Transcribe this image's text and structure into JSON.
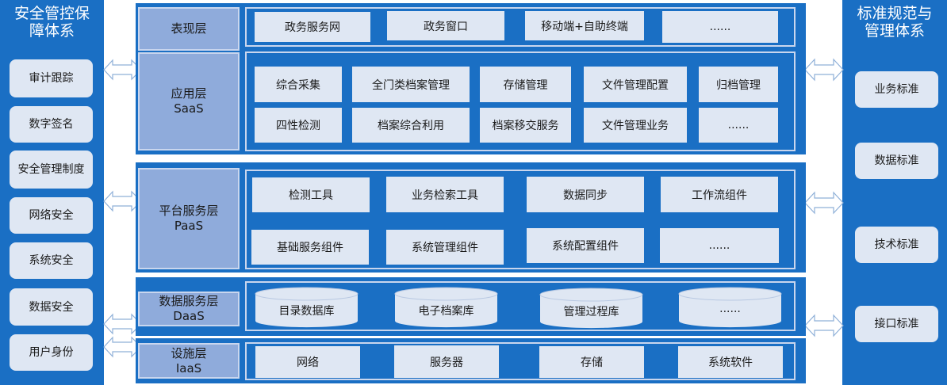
{
  "left": {
    "title_line1": "安全管控保",
    "title_line2": "障体系",
    "items": [
      "审计跟踪",
      "数字签名",
      "安全管理制度",
      "网络安全",
      "系统安全",
      "数据安全",
      "用户身份"
    ]
  },
  "right": {
    "title_line1": "标准规范与",
    "title_line2": "管理体系",
    "items": [
      "业务标准",
      "数据标准",
      "技术标准",
      "接口标准"
    ]
  },
  "layers": {
    "presentation": {
      "label": "表现层",
      "items": [
        "政务服务网",
        "政务窗口",
        "移动端+自助终端",
        "......"
      ]
    },
    "application": {
      "label_line1": "应用层",
      "label_line2": "SaaS",
      "items": [
        "综合采集",
        "全门类档案管理",
        "存储管理",
        "文件管理配置",
        "归档管理",
        "四性检测",
        "档案综合利用",
        "档案移交服务",
        "文件管理业务",
        "......"
      ]
    },
    "platform": {
      "label_line1": "平台服务层",
      "label_line2": "PaaS",
      "items": [
        "检测工具",
        "业务检索工具",
        "数据同步",
        "工作流组件",
        "基础服务组件",
        "系统管理组件",
        "系统配置组件",
        "......"
      ]
    },
    "data": {
      "label_line1": "数据服务层",
      "label_line2": "DaaS",
      "items": [
        "目录数据库",
        "电子档案库",
        "管理过程库",
        "......"
      ]
    },
    "infra": {
      "label_line1": "设施层",
      "label_line2": "IaaS",
      "items": [
        "网络",
        "服务器",
        "存储",
        "系统软件"
      ]
    }
  },
  "colors": {
    "panel": "#1a6fc4",
    "label_box": "#8fabdb",
    "cell": "#dfe7f3"
  }
}
